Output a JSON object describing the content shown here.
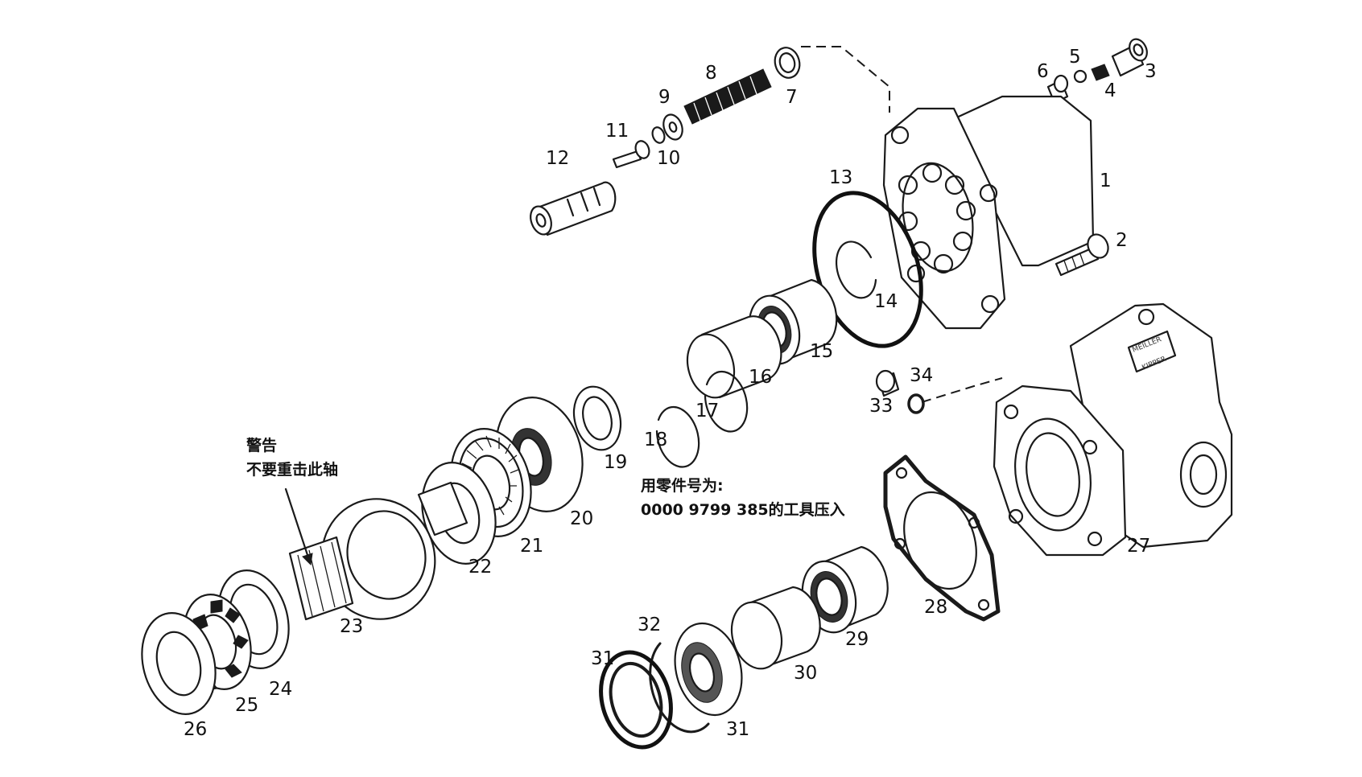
{
  "diagram": {
    "labels": [
      {
        "id": "p1",
        "text": "1"
      },
      {
        "id": "p2",
        "text": "2"
      },
      {
        "id": "p3",
        "text": "3"
      },
      {
        "id": "p4",
        "text": "4"
      },
      {
        "id": "p5",
        "text": "5"
      },
      {
        "id": "p6",
        "text": "6"
      },
      {
        "id": "p7",
        "text": "7"
      },
      {
        "id": "p8",
        "text": "8"
      },
      {
        "id": "p9",
        "text": "9"
      },
      {
        "id": "p10",
        "text": "10"
      },
      {
        "id": "p11",
        "text": "11"
      },
      {
        "id": "p12",
        "text": "12"
      },
      {
        "id": "p13",
        "text": "13"
      },
      {
        "id": "p14",
        "text": "14"
      },
      {
        "id": "p15",
        "text": "15"
      },
      {
        "id": "p16",
        "text": "16"
      },
      {
        "id": "p17",
        "text": "17"
      },
      {
        "id": "p18",
        "text": "18"
      },
      {
        "id": "p19",
        "text": "19"
      },
      {
        "id": "p20",
        "text": "20"
      },
      {
        "id": "p21",
        "text": "21"
      },
      {
        "id": "p22",
        "text": "22"
      },
      {
        "id": "p23",
        "text": "23"
      },
      {
        "id": "p24",
        "text": "24"
      },
      {
        "id": "p25",
        "text": "25"
      },
      {
        "id": "p26",
        "text": "26"
      },
      {
        "id": "p27",
        "text": "27"
      },
      {
        "id": "p28",
        "text": "28"
      },
      {
        "id": "p29",
        "text": "29"
      },
      {
        "id": "p30",
        "text": "30"
      },
      {
        "id": "p31a",
        "text": "31"
      },
      {
        "id": "p31b",
        "text": "31"
      },
      {
        "id": "p32",
        "text": "32"
      },
      {
        "id": "p33",
        "text": "33"
      },
      {
        "id": "p34",
        "text": "34"
      }
    ],
    "notes": {
      "warning_title": "警告",
      "warning_text": "不要重击此轴",
      "tool_line1": "用零件号为:",
      "tool_line2": "0000 9799 385的工具压入"
    },
    "housing_markings": {
      "brand_top": "MEILLER",
      "brand_bottom": "KIPPER"
    }
  }
}
